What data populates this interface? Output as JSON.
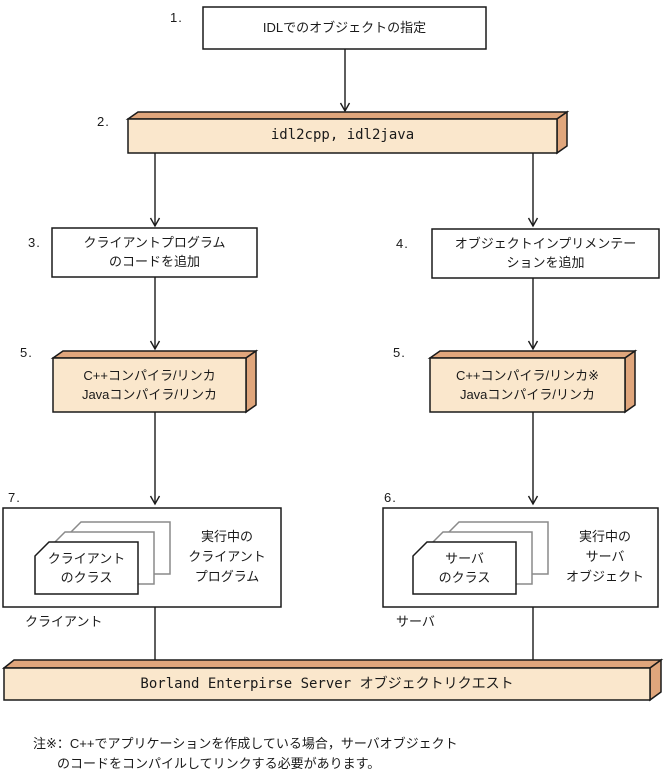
{
  "colors": {
    "line": "#1a1a1a",
    "bar_front": "#fae7cc",
    "bar_top": "#e0a67c",
    "card_back": "#8a8a8a"
  },
  "nodes": {
    "n1": {
      "num": "1.",
      "label": "IDLでのオブジェクトの指定"
    },
    "n2": {
      "num": "2.",
      "label": "idl2cpp, idl2java"
    },
    "n3": {
      "num": "3.",
      "label": "クライアントプログラム\nのコードを追加"
    },
    "n4": {
      "num": "4.",
      "label": "オブジェクトインプリメンテー\nションを追加"
    },
    "n5_left": {
      "num": "5.",
      "label": "C++コンパイラ/リンカ\nJavaコンパイラ/リンカ"
    },
    "n5_right": {
      "num": "5.",
      "label": "C++コンパイラ/リンカ※\nJavaコンパイラ/リンカ"
    },
    "n6": {
      "num": "6.",
      "card_label": "サーバ\nのクラス",
      "side_label": "実行中の\nサーバ\nオブジェクト",
      "caption": "サーバ"
    },
    "n7": {
      "num": "7.",
      "card_label": "クライアント\nのクラス",
      "side_label": "実行中の\nクライアント\nプログラム",
      "caption": "クライアント"
    },
    "bus": {
      "label": "Borland Enterpirse Server オブジェクトリクエスト"
    }
  },
  "note": {
    "line1": "注※：C++でアプリケーションを作成している場合，サーバオブジェクト",
    "line2": "のコードをコンパイルしてリンクする必要があります。"
  }
}
